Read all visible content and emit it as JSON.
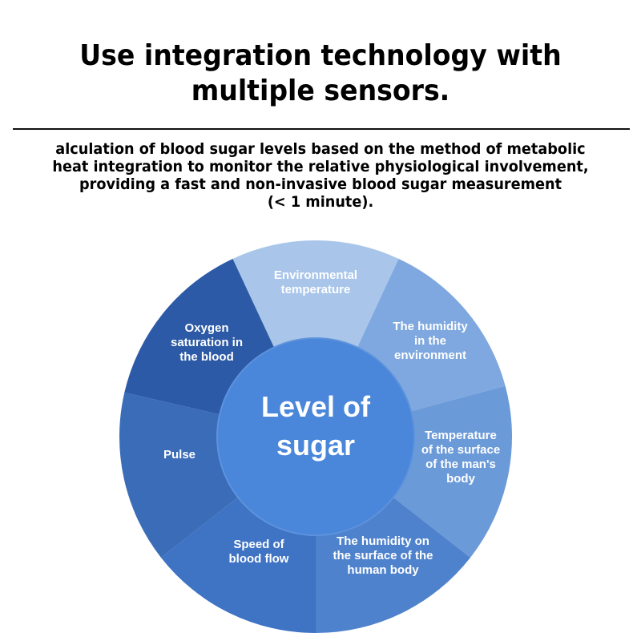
{
  "heading": {
    "lines": [
      "Use integration technology with",
      "multiple sensors."
    ]
  },
  "description": {
    "lines": [
      "alculation of blood sugar levels based on the method of metabolic",
      "heat integration to monitor the relative physiological involvement,",
      "providing a fast and non-invasive blood sugar measurement",
      "(< 1 minute)."
    ]
  },
  "diagram": {
    "center": {
      "lines": [
        "Level of",
        "sugar"
      ],
      "color": "#4a86d9"
    },
    "segments": [
      {
        "id": "environmental-temperature",
        "lines": [
          "Environmental",
          "temperature"
        ],
        "color": "#a9c6ea"
      },
      {
        "id": "humidity-environment",
        "lines": [
          "The humidity",
          "in the",
          "environment"
        ],
        "color": "#7ea8df"
      },
      {
        "id": "surface-temperature",
        "lines": [
          "Temperature",
          "of the surface",
          "of the man's",
          "body"
        ],
        "color": "#6b9ad8"
      },
      {
        "id": "humidity-surface",
        "lines": [
          "The humidity on",
          "the surface of the",
          "human body"
        ],
        "color": "#4f82cc"
      },
      {
        "id": "blood-flow-speed",
        "lines": [
          "Speed of",
          "blood flow"
        ],
        "color": "#3f73c4"
      },
      {
        "id": "pulse",
        "lines": [
          "Pulse"
        ],
        "color": "#3a6cb8"
      },
      {
        "id": "oxygen-saturation",
        "lines": [
          "Oxygen",
          "saturation in",
          "the blood"
        ],
        "color": "#2c5aa6"
      }
    ]
  }
}
